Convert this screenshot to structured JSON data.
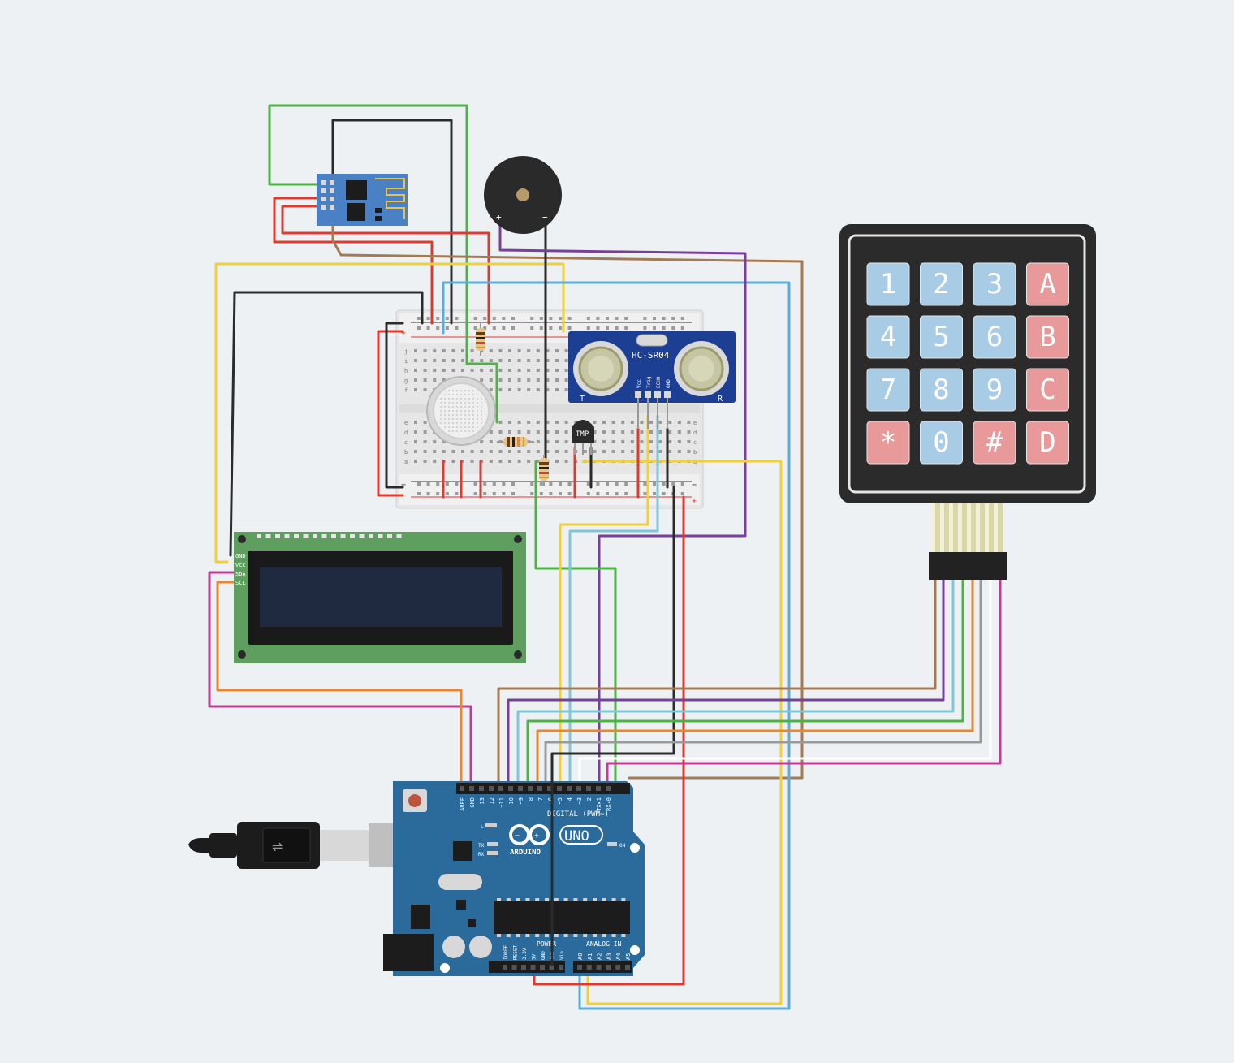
{
  "keypad": {
    "rows": [
      [
        "1",
        "2",
        "3",
        "A"
      ],
      [
        "4",
        "5",
        "6",
        "B"
      ],
      [
        "7",
        "8",
        "9",
        "C"
      ],
      [
        "*",
        "0",
        "#",
        "D"
      ]
    ]
  },
  "ultrasonic": {
    "model": "HC-SR04",
    "pins": [
      "Vcc",
      "Trig",
      "ECHO",
      "GND"
    ],
    "side_left": "T",
    "side_right": "R"
  },
  "temp_sensor": {
    "label": "TMP"
  },
  "lcd": {
    "pins": [
      "GND",
      "VCC",
      "SDA",
      "SCL"
    ]
  },
  "breadboard": {
    "row_letters_top": [
      "j",
      "i",
      "h",
      "g",
      "f"
    ],
    "row_letters_bottom": [
      "e",
      "d",
      "c",
      "b",
      "a"
    ],
    "plus": "+",
    "minus": "−"
  },
  "buzzer": {
    "plus": "+",
    "minus": "−"
  },
  "arduino": {
    "brand": "ARDUINO",
    "model": "UNO",
    "digital_title": "DIGITAL (PWM~)",
    "digital_pins": [
      "AREF",
      "GND",
      "13",
      "12",
      "~11",
      "~10",
      "~9",
      "8",
      "7",
      "~6",
      "~5",
      "4",
      "~3",
      "2",
      "TX▸1",
      "RX◂0"
    ],
    "power_title": "POWER",
    "power_pins": [
      "IOREF",
      "RESET",
      "3.3V",
      "5V",
      "GND",
      "GND",
      "Vin"
    ],
    "analog_title": "ANALOG IN",
    "analog_pins": [
      "A0",
      "A1",
      "A2",
      "A3",
      "A4",
      "A5"
    ],
    "led_l": "L",
    "led_tx": "TX",
    "led_rx": "RX",
    "led_on": "ON"
  },
  "colors": {
    "red": "#e03a2f",
    "black": "#2b2b2b",
    "green": "#4db346",
    "yellow": "#f2d037",
    "brown": "#a47a52",
    "blue": "#5aaede",
    "purple": "#7a3f9c",
    "magenta": "#c23b8f",
    "orange": "#e8872e",
    "cyan": "#7fc7d9",
    "gray": "#9a9a9a"
  }
}
